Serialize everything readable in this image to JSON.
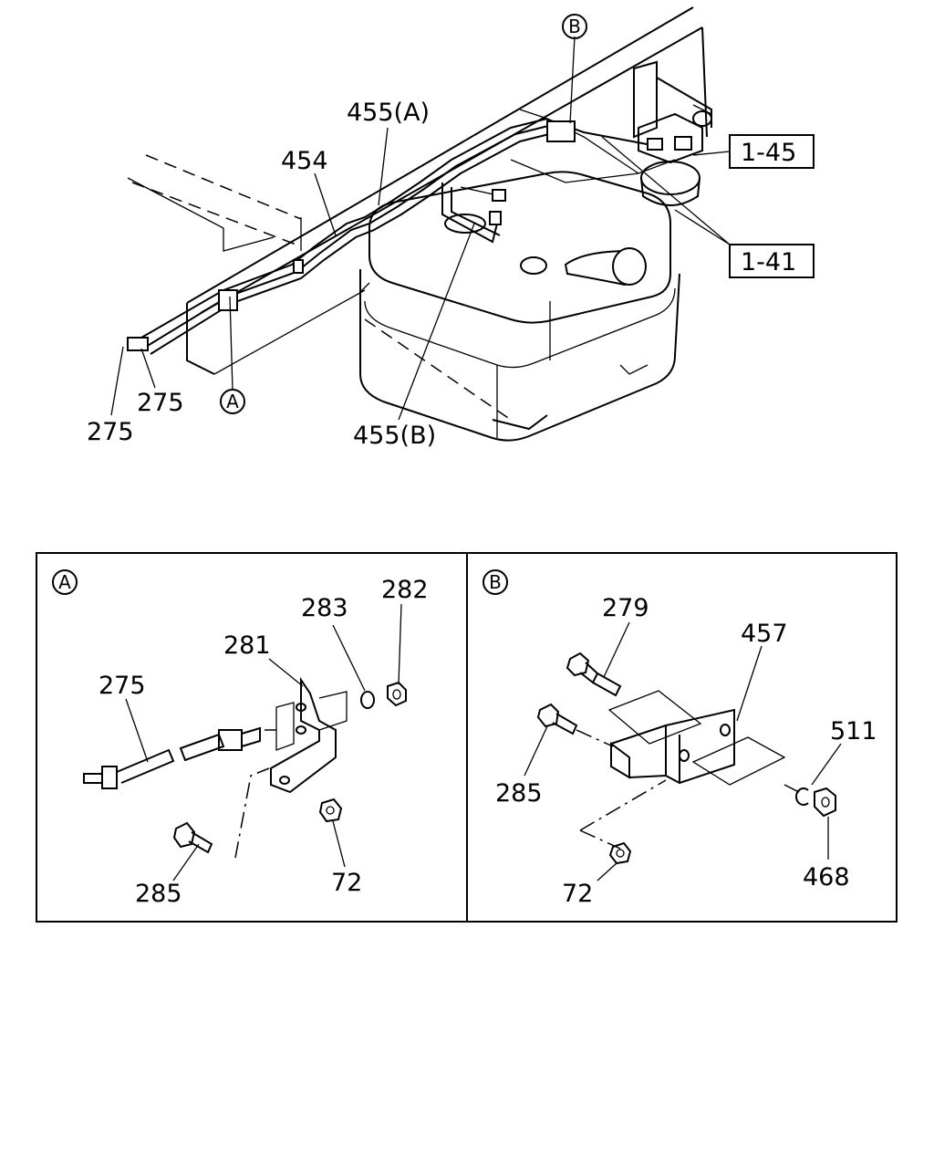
{
  "main_diagram": {
    "labels": {
      "l455a": "455(A)",
      "l454": "454",
      "l145": "1-45",
      "l141": "1-41",
      "l275_1": "275",
      "l275_2": "275",
      "l455b": "455(B)"
    },
    "callouts": {
      "a": "A",
      "b": "B"
    }
  },
  "detail_a": {
    "marker": "A",
    "labels": {
      "p282": "282",
      "p283": "283",
      "p281": "281",
      "p275": "275",
      "p285": "285",
      "p72": "72"
    }
  },
  "detail_b": {
    "marker": "B",
    "labels": {
      "p279": "279",
      "p457": "457",
      "p511": "511",
      "p285": "285",
      "p72": "72",
      "p468": "468"
    }
  }
}
